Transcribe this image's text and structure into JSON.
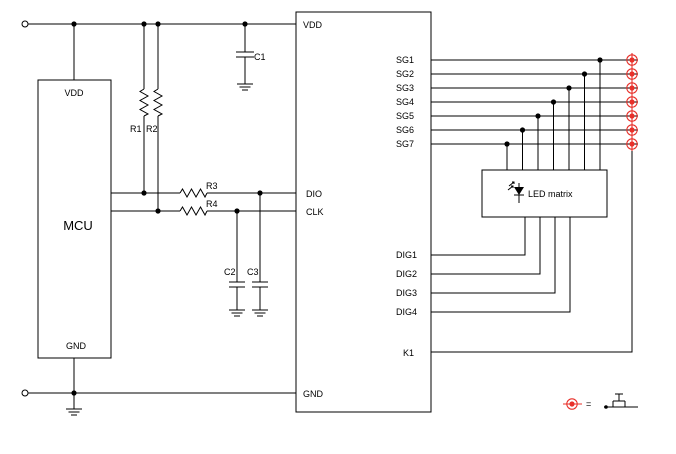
{
  "mcu": {
    "label": "MCU",
    "vdd": "VDD",
    "gnd": "GND"
  },
  "chip": {
    "vdd": "VDD",
    "gnd": "GND",
    "dio": "DIO",
    "clk": "CLK",
    "k1": "K1",
    "segments": [
      "SG1",
      "SG2",
      "SG3",
      "SG4",
      "SG5",
      "SG6",
      "SG7"
    ],
    "digits": [
      "DIG1",
      "DIG2",
      "DIG3",
      "DIG4"
    ]
  },
  "components": {
    "r1": "R1",
    "r2": "R2",
    "r3": "R3",
    "r4": "R4",
    "c1": "C1",
    "c2": "C2",
    "c3": "C3"
  },
  "led_matrix": {
    "label": "LED matrix"
  },
  "legend": {
    "equals": "="
  },
  "colors": {
    "key": "#e8302a",
    "line": "#000000"
  },
  "icons": {
    "led": "led-diode-icon",
    "key": "key-switch-icon",
    "push": "pushbutton-switch-icon"
  }
}
